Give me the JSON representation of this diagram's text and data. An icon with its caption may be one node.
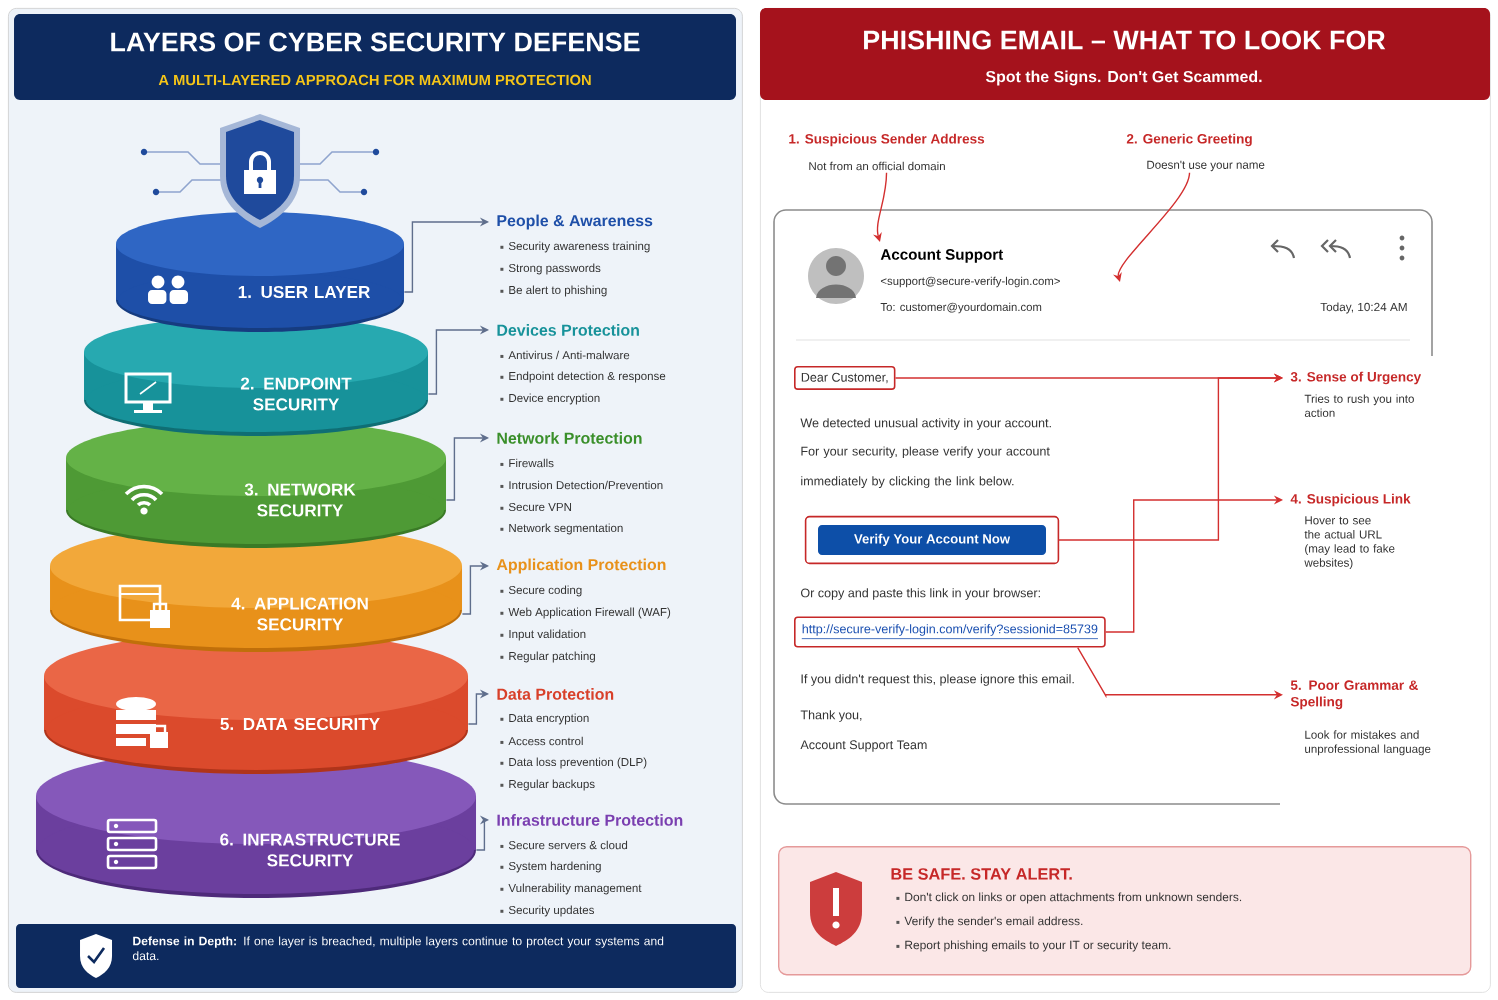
{
  "diagram": {
    "nodes": [
      {
        "text": [
          "LAYERS OF CYBER SECURITY DEFENSE",
          "A MULTI-LAYERED APPROACH FOR MAXIMUM PROTECTION"
        ]
      },
      {
        "text": [
          "1. USER LAYER"
        ],
        "in": 0
      },
      {
        "text": [
          "2. ENDPOINT SECURITY"
        ],
        "in": 0
      },
      {
        "text": [
          "3. NETWORK SECURITY"
        ],
        "in": 0
      },
      {
        "text": [
          "4. APPLICATION SECURITY"
        ],
        "in": 0
      },
      {
        "text": [
          "5. DATA SECURITY"
        ],
        "in": 0
      },
      {
        "text": [
          "6. INFRASTRUCTURE SECURITY"
        ],
        "in": 0
      },
      {
        "text": [
          "People & Awareness",
          "Security awareness training",
          "Strong passwords",
          "Be alert to phishing"
        ],
        "in": 0
      },
      {
        "text": [
          "Devices Protection",
          "Antivirus / Anti-malware",
          "Endpoint detection & response",
          "Device encryption"
        ],
        "in": 0
      },
      {
        "text": [
          "Network Protection",
          "Firewalls",
          "Intrusion Detection/Prevention",
          "Secure VPN",
          "Network segmentation"
        ],
        "in": 0
      },
      {
        "text": [
          "Application Protection",
          "Secure coding",
          "Web Application Firewall (WAF)",
          "Input validation",
          "Regular patching"
        ],
        "in": 0
      },
      {
        "text": [
          "Data Protection",
          "Data encryption",
          "Access control",
          "Data loss prevention (DLP)",
          "Regular backups"
        ],
        "in": 0
      },
      {
        "text": [
          "Infrastructure Protection",
          "Secure servers & cloud",
          "System hardening",
          "Vulnerability management",
          "Security updates"
        ],
        "in": 0
      },
      {
        "text": [
          "**Defense in Depth:** If one layer is breached, multiple layers continue to protect your systems and data."
        ],
        "in": 0
      },
      {
        "text": [
          "PHISHING EMAIL – WHAT TO LOOK FOR",
          "Spot the Signs. Don't Get Scammed."
        ]
      },
      {
        "text": [
          "1. Suspicious Sender Address",
          "Not from an official domain"
        ],
        "in": 14
      },
      {
        "text": [
          "2. Generic Greeting",
          "Doesn't use your name"
        ],
        "in": 14
      },
      {
        "text": [
          "Account Support",
          "<support@secure-verify-login.com>",
          "To: customer@yourdomain.com",
          "Today, 10:24 AM",
          "We detected unusual activity in your account.",
          "For your security, please verify your account immediately by clicking the link below.",
          "Or copy and paste this link in your browser:",
          "If you didn't request this, please ignore this email.",
          "Thank you,",
          "Account Support Team"
        ],
        "in": 14
      },
      {
        "text": [
          "Dear Customer,"
        ],
        "in": 17
      },
      {
        "text": [
          "Verify Your Account Now"
        ],
        "in": 17
      },
      {
        "text": [
          "http://secure-verify-login.com/verify?sessionid=85739"
        ],
        "in": 17
      },
      {
        "text": [
          "3. Sense of Urgency",
          "Tries to rush you into action"
        ],
        "in": 17
      },
      {
        "text": [
          "4. Suspicious Link",
          "Hover to see the actual URL (may lead to fake websites)"
        ],
        "in": 17
      },
      {
        "text": [
          "5. Poor Grammar & Spelling",
          "Look for mistakes and unprofessional language"
        ],
        "in": 17
      },
      {
        "text": [
          "BE SAFE. STAY ALERT.",
          "Don't click on links or open attachments from unknown senders.",
          "Verify the sender's email address.",
          "Report phishing emails to your IT or security team."
        ],
        "in": 14
      }
    ],
    "edges": [
      {
        "from": 1,
        "to": 7,
        "arrow": "to"
      },
      {
        "from": 2,
        "to": 8,
        "arrow": "to"
      },
      {
        "from": 3,
        "to": 9,
        "arrow": "to"
      },
      {
        "from": 4,
        "to": 10,
        "arrow": "to"
      },
      {
        "from": 5,
        "to": 11,
        "arrow": "to"
      },
      {
        "from": 6,
        "to": 12,
        "arrow": "to"
      },
      {
        "from": 15,
        "to": null,
        "arrow": "to",
        "color": "#d32f2f"
      },
      {
        "from": 16,
        "to": null,
        "arrow": "to",
        "color": "#d32f2f"
      },
      {
        "from": 18,
        "to": 21,
        "arrow": "to",
        "color": "#d32f2f"
      },
      {
        "from": 19,
        "to": 21,
        "arrow": "to",
        "color": "#d32f2f"
      },
      {
        "from": 20,
        "to": 22,
        "arrow": "to",
        "color": "#d32f2f"
      },
      {
        "from": 20,
        "to": 23,
        "arrow": "to",
        "color": "#d32f2f"
      }
    ]
  }
}
